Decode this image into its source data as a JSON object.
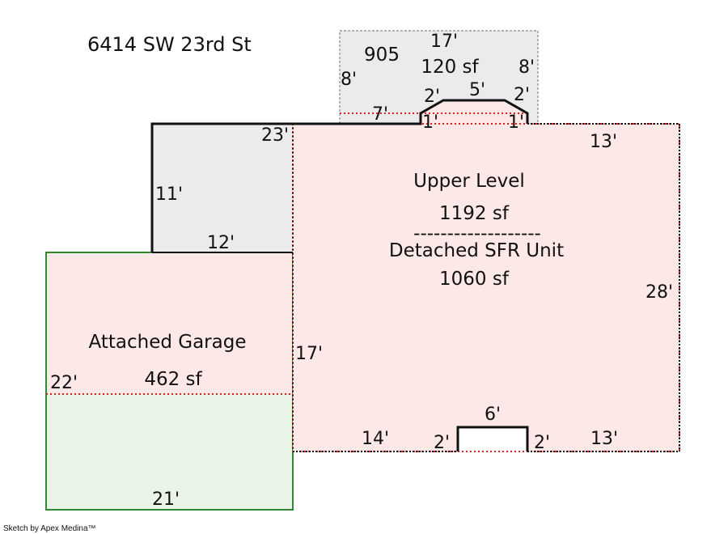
{
  "address": "6414 SW 23rd St",
  "credit": "Sketch by Apex Medina™",
  "colors": {
    "living_fill": "#fde8e8",
    "garage_top_fill": "#fde8e8",
    "garage_bottom_fill": "#e9f3e6",
    "garage_border": "#2e8b2e",
    "deck_fill": "#ebebeb",
    "covered_fill": "#ebebeb",
    "wall": "#111111",
    "dotted_red": "#e02020"
  },
  "areas": {
    "living": {
      "level": "Upper Level",
      "level_area": "1192 sf",
      "divider": "-------------------",
      "unit": "Detached SFR Unit",
      "unit_area": "1060 sf"
    },
    "garage": {
      "name": "Attached Garage",
      "area": "462 sf"
    },
    "deck": {
      "code": "905",
      "area": "120 sf"
    }
  },
  "dimensions": {
    "deck_top": "17'",
    "deck_left": "8'",
    "deck_right": "8'",
    "bay_left_diag": "2'",
    "bay_top": "5'",
    "bay_right_diag": "2'",
    "top_left_run": "7'",
    "bay_left_step": "1'",
    "bay_right_step": "1'",
    "living_top_left": "23'",
    "living_top_right": "13'",
    "porch_left": "11'",
    "porch_bottom": "12'",
    "living_right": "28'",
    "garage_right": "17'",
    "garage_left": "22'",
    "garage_bottom": "21'",
    "living_bottom_left": "14'",
    "notch_left": "2'",
    "notch_top": "6'",
    "notch_right": "2'",
    "living_bottom_right": "13'"
  }
}
